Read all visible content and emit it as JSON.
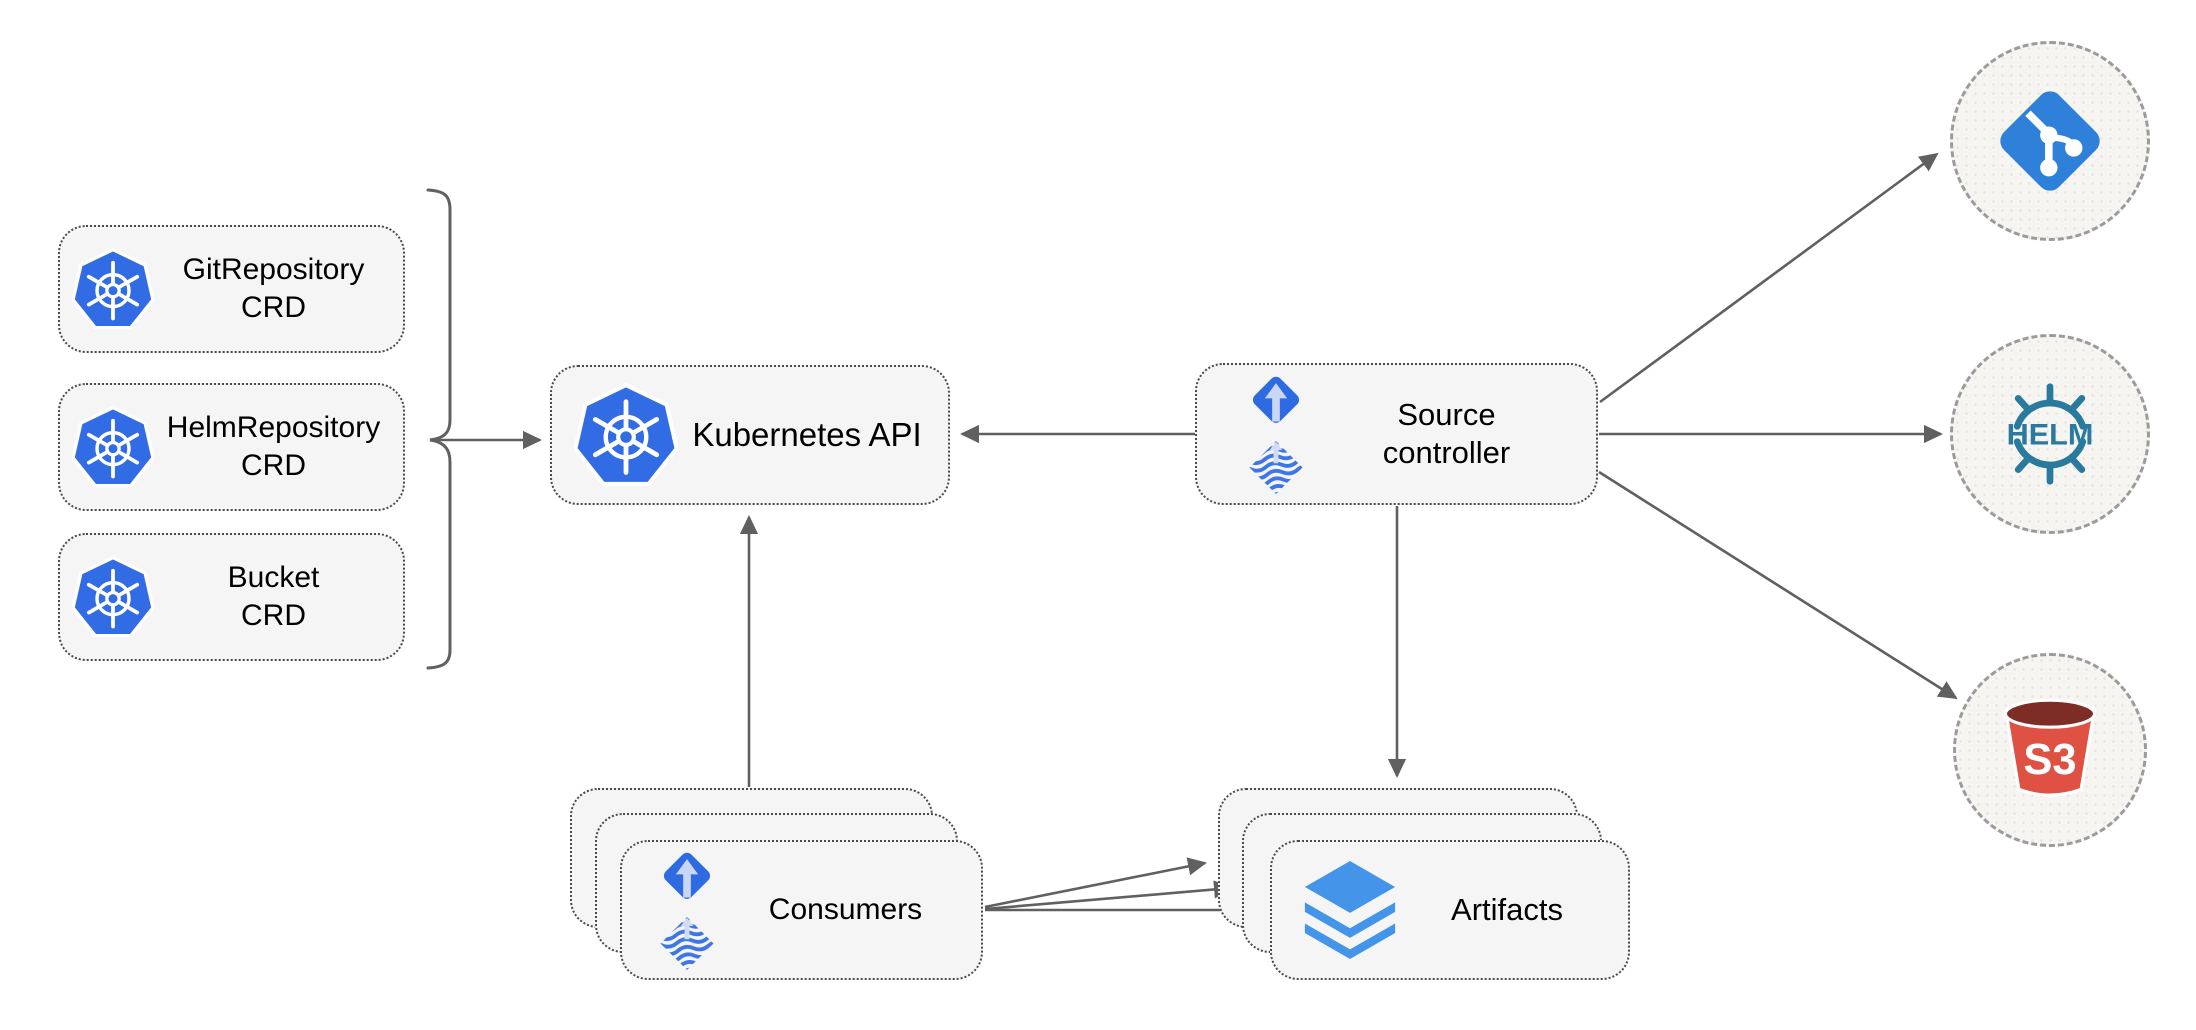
{
  "canvas": {
    "background_color": "#ffffff"
  },
  "colors": {
    "node_fill": "#f5f5f5",
    "node_border": "#4a4a4a",
    "endpoint_fill": "#f7f5f2",
    "endpoint_border": "#9b9b9b",
    "connector_gray": "#606060",
    "kubernetes_blue": "#326ce5",
    "flux_blue": "#2e6be2",
    "flux_arrow_light": "#c9d6f5",
    "flux_wave_blue": "#3f76e6",
    "layers_blue": "#4494e9",
    "git_blue": "#2f80d9",
    "helm_teal": "#2a7a9e",
    "s3_red": "#de5143",
    "s3_dark_red": "#7d2d25",
    "text": "#000000"
  },
  "nodes": {
    "crds": [
      {
        "line1": "GitRepository",
        "line2": "CRD",
        "icon": "kubernetes-icon"
      },
      {
        "line1": "HelmRepository",
        "line2": "CRD",
        "icon": "kubernetes-icon"
      },
      {
        "line1": "Bucket",
        "line2": "CRD",
        "icon": "kubernetes-icon"
      }
    ],
    "kubernetes_api": {
      "label": "Kubernetes API",
      "icon": "kubernetes-icon"
    },
    "source_controller": {
      "line1": "Source",
      "line2": "controller",
      "icon": "flux-icon"
    },
    "consumers": {
      "label": "Consumers",
      "icon": "flux-icon",
      "stacked_copies": 3
    },
    "artifacts": {
      "label": "Artifacts",
      "icon": "layers-icon",
      "stacked_copies": 3
    },
    "git": {
      "icon": "git-icon"
    },
    "helm": {
      "icon": "helm-icon",
      "label": "HELM"
    },
    "s3": {
      "icon": "s3-bucket-icon",
      "label": "S3"
    }
  },
  "connections": [
    {
      "from": "CRDs (GitRepository, HelmRepository, Bucket)",
      "to": "Kubernetes API",
      "style": "brace-then-arrow"
    },
    {
      "from": "Source controller",
      "to": "Kubernetes API",
      "style": "arrow"
    },
    {
      "from": "Consumers",
      "to": "Kubernetes API",
      "style": "arrow"
    },
    {
      "from": "Source controller",
      "to": "Artifacts",
      "style": "arrow"
    },
    {
      "from": "Source controller",
      "to": "Git",
      "style": "arrow"
    },
    {
      "from": "Source controller",
      "to": "Helm",
      "style": "arrow"
    },
    {
      "from": "Source controller",
      "to": "S3",
      "style": "arrow"
    },
    {
      "from": "Consumers",
      "to": "Artifacts",
      "style": "three-arrows"
    }
  ]
}
